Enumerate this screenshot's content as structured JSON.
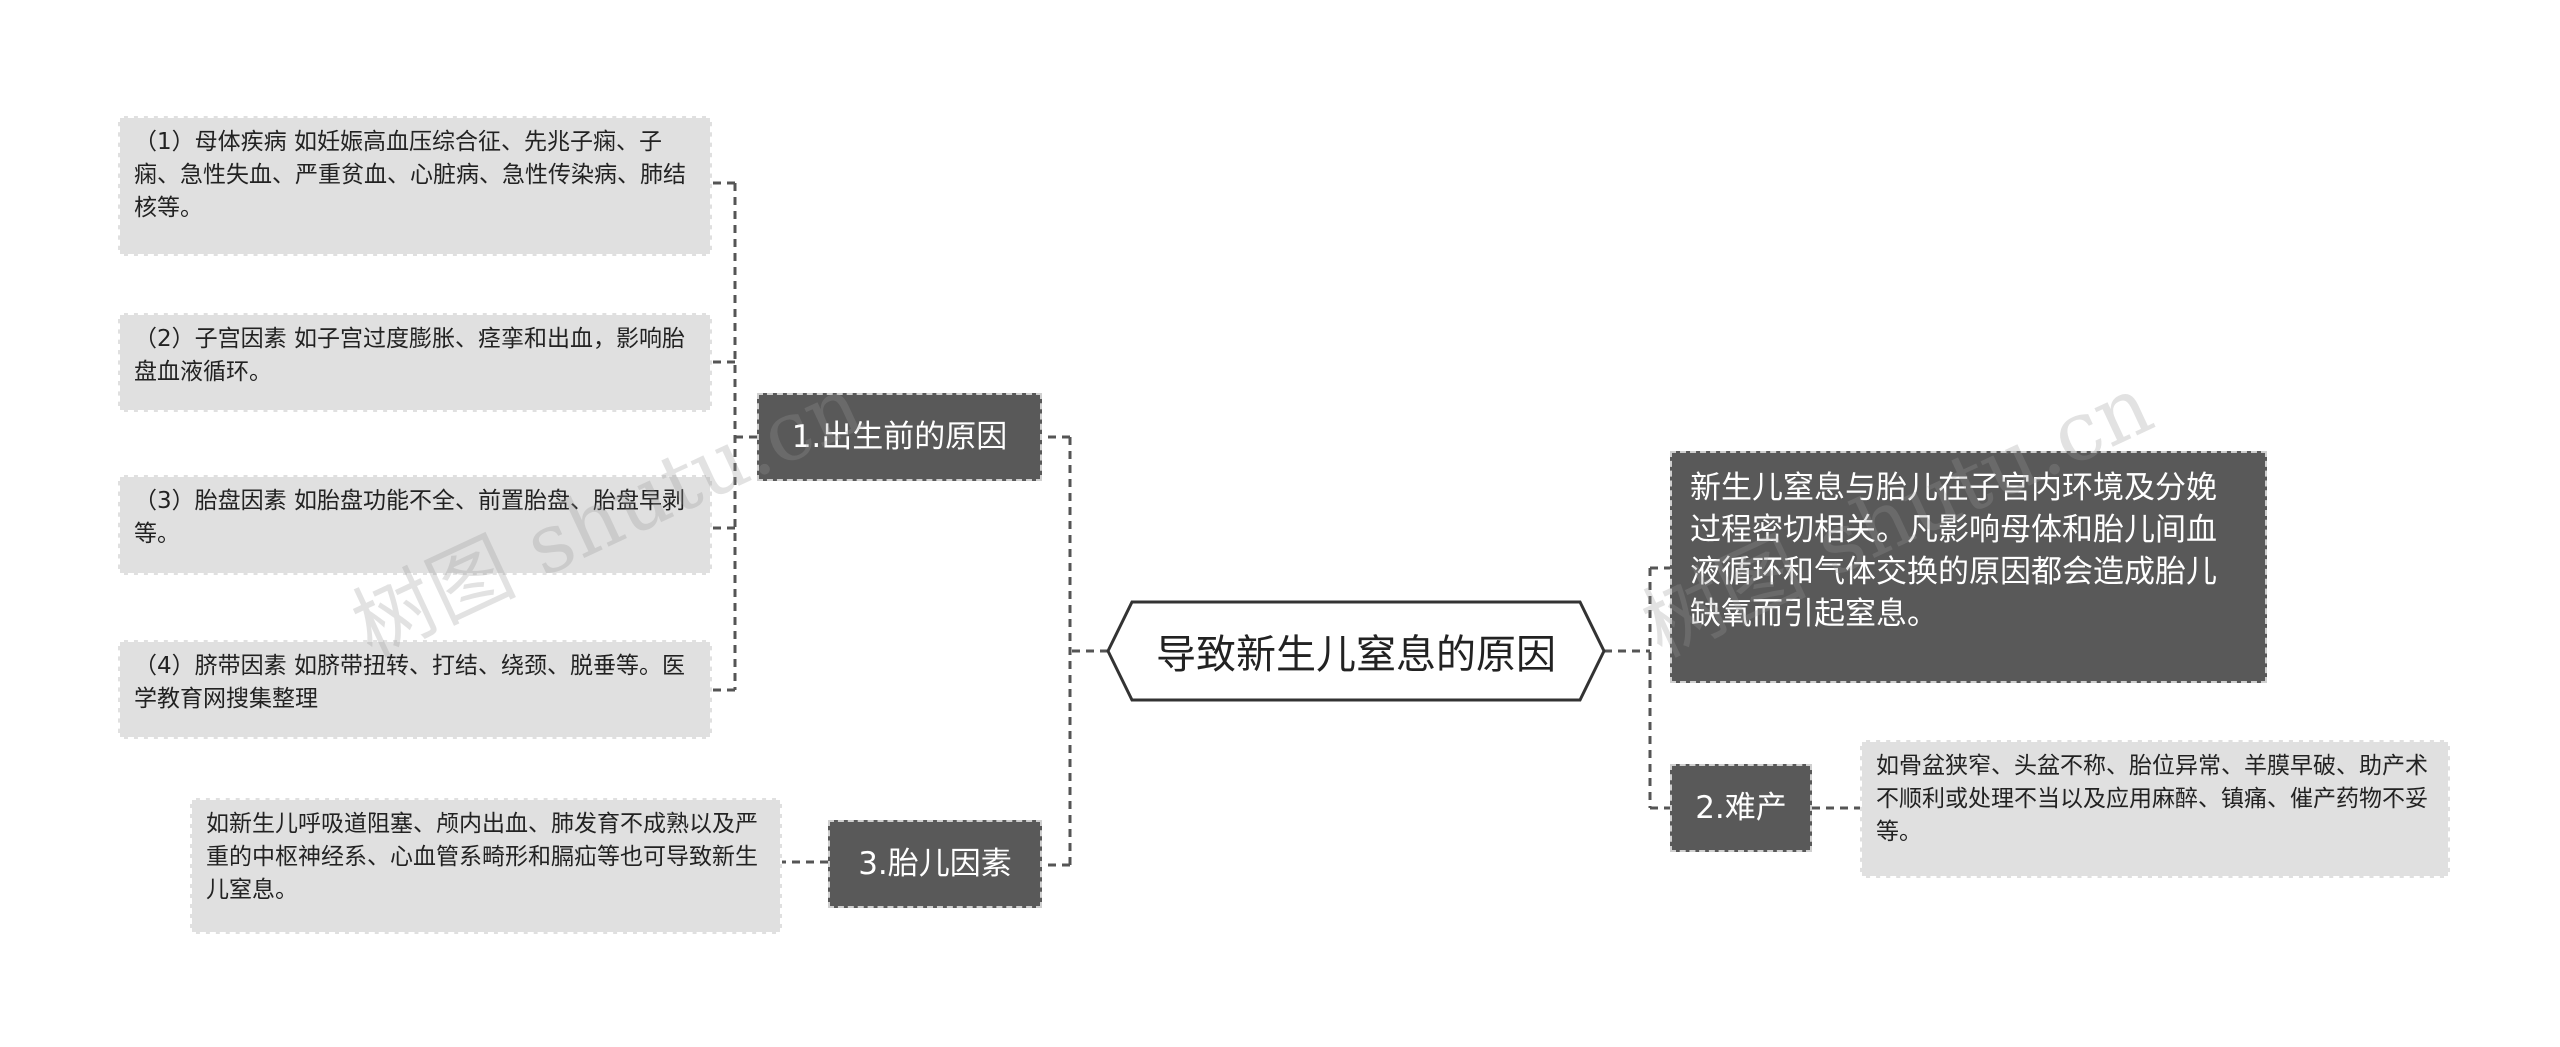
{
  "root": {
    "label": "导致新生儿窒息的原因"
  },
  "branches": {
    "prenatal": {
      "label": "1.出生前的原因",
      "items": [
        "（1）母体疾病 如妊娠高血压综合征、先兆子痫、子痫、急性失血、严重贫血、心脏病、急性传染病、肺结核等。",
        "（2）子宫因素 如子宫过度膨胀、痉挛和出血，影响胎盘血液循环。",
        "（3）胎盘因素 如胎盘功能不全、前置胎盘、胎盘早剥等。",
        "（4）脐带因素 如脐带扭转、打结、绕颈、脱垂等。医学教育网搜集整理"
      ]
    },
    "fetal": {
      "label": "3.胎儿因素",
      "items": [
        "如新生儿呼吸道阻塞、颅内出血、肺发育不成熟以及严重的中枢神经系、心血管系畸形和膈疝等也可导致新生儿窒息。"
      ]
    },
    "summary": {
      "text": "新生儿窒息与胎儿在子宫内环境及分娩过程密切相关。凡影响母体和胎儿间血液循环和气体交换的原因都会造成胎儿缺氧而引起窒息。"
    },
    "dystocia": {
      "label": "2.难产",
      "items": [
        "如骨盆狭窄、头盆不称、胎位异常、羊膜早破、助产术不顺利或处理不当以及应用麻醉、镇痛、催产药物不妥等。"
      ]
    }
  },
  "watermark": {
    "text": "树图 shutu.cn"
  },
  "colors": {
    "branch_bg": "#595959",
    "leaf_bg": "#e0e0e0",
    "connector": "#555555"
  }
}
